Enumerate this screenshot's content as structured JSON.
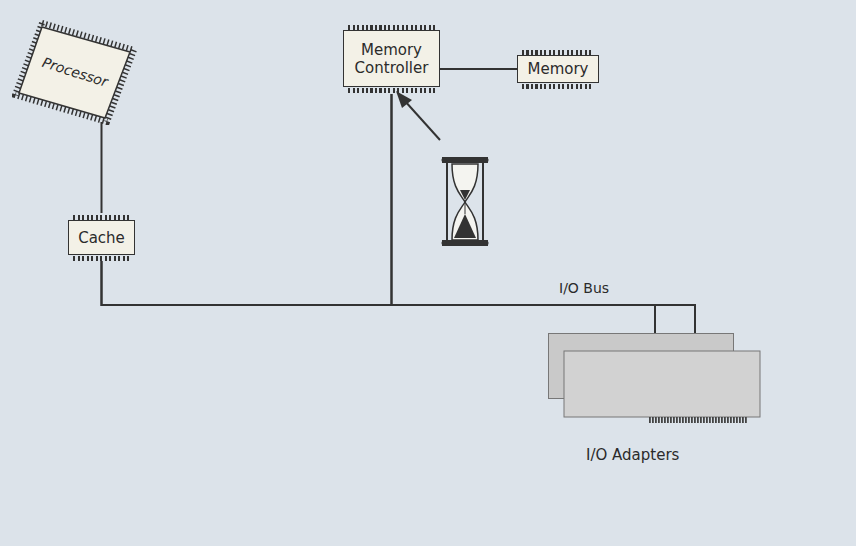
{
  "diagram": {
    "nodes": [
      {
        "text": [
          "Processor"
        ]
      },
      {
        "text": [
          "Cache"
        ]
      },
      {
        "text": [
          "Memory Controller"
        ]
      },
      {
        "text": [
          "Memory"
        ]
      },
      {
        "text": [
          "I/O Adapters"
        ]
      }
    ],
    "edges": [
      {
        "from": 0,
        "to": 1,
        "arrow": "none"
      },
      {
        "from": 2,
        "to": 3,
        "arrow": "none"
      },
      {
        "from": 1,
        "to": 2,
        "arrow": "none"
      },
      {
        "from": 1,
        "to": 4,
        "label": "I/O Bus",
        "arrow": "none"
      },
      {
        "from": 2,
        "to": 4,
        "arrow": "none"
      }
    ]
  }
}
